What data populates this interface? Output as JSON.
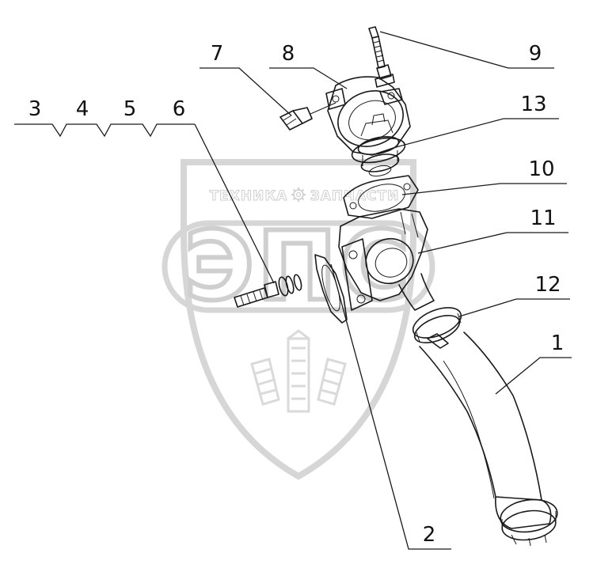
{
  "watermark": {
    "logo_text": "ЭПС",
    "brand_left": "ТЕХНИКА",
    "brand_right": "ЗАПЧАСТИ",
    "gear_icon": "gear-icon"
  },
  "callouts": {
    "c1": "1",
    "c2": "2",
    "c3": "3",
    "c4": "4",
    "c5": "5",
    "c6": "6",
    "c7": "7",
    "c8": "8",
    "c9": "9",
    "c10": "10",
    "c11": "11",
    "c12": "12",
    "c13": "13"
  }
}
